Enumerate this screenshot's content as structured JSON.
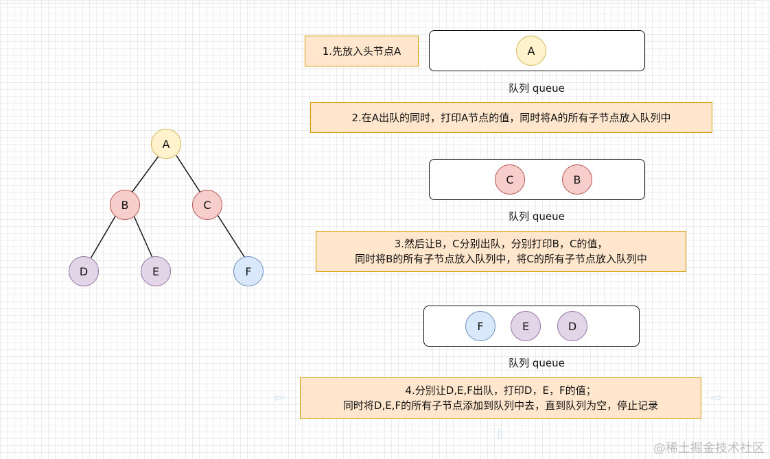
{
  "tree": {
    "nodes": [
      {
        "id": "A",
        "label": "A",
        "color": "yellow"
      },
      {
        "id": "B",
        "label": "B",
        "color": "red"
      },
      {
        "id": "C",
        "label": "C",
        "color": "red"
      },
      {
        "id": "D",
        "label": "D",
        "color": "purple"
      },
      {
        "id": "E",
        "label": "E",
        "color": "purple"
      },
      {
        "id": "F",
        "label": "F",
        "color": "blue"
      }
    ],
    "edges": [
      [
        "A",
        "B"
      ],
      [
        "A",
        "C"
      ],
      [
        "B",
        "D"
      ],
      [
        "B",
        "E"
      ],
      [
        "C",
        "F"
      ]
    ]
  },
  "steps": {
    "step1": "1.先放入头节点A",
    "step2": "2.在A出队的同时，打印A节点的值，同时将A的所有子节点放入队列中",
    "step3": [
      "3.然后让B，C分别出队，分别打印B，C的值，",
      "同时将B的所有子节点放入队列中，将C的所有子节点放入队列中"
    ],
    "step4": [
      "4.分别让D,E,F出队，打印D，E，F的值；",
      "同时将D,E,F的所有子节点添加到队列中去，直到队列为空，停止记录"
    ]
  },
  "queues": {
    "q1": {
      "items": [
        "A"
      ],
      "label": "队列 queue"
    },
    "q2": {
      "items": [
        "C",
        "B"
      ],
      "label": "队列 queue"
    },
    "q3": {
      "items": [
        "F",
        "E",
        "D"
      ],
      "label": "队列 queue"
    }
  },
  "colors": {
    "yellow_fill": "#fff2cc",
    "yellow_stroke": "#d6b656",
    "red_fill": "#f8cecc",
    "red_stroke": "#b85450",
    "purple_fill": "#e1d5e7",
    "purple_stroke": "#9673a6",
    "blue_fill": "#dae8fc",
    "blue_stroke": "#6c8ebf",
    "step_fill": "#ffe6cc",
    "step_stroke": "#d79b00"
  },
  "watermark": "@稀土掘金技术社区"
}
